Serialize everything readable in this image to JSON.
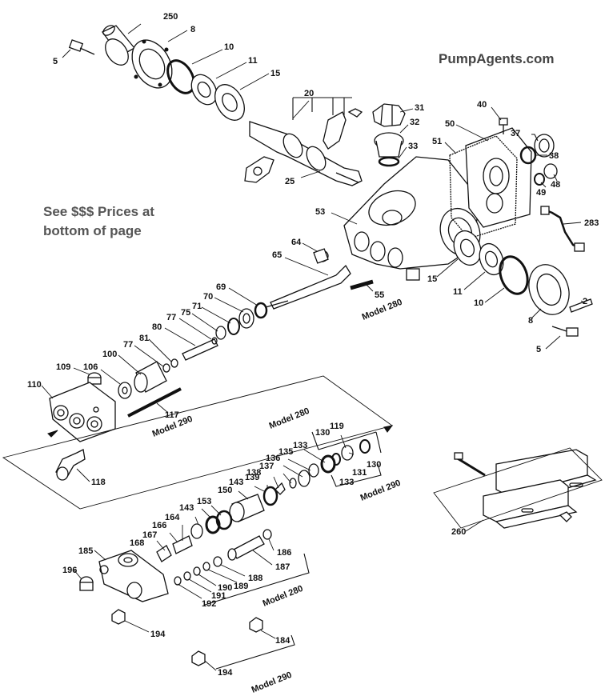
{
  "watermark": "PumpAgents.com",
  "note": [
    "See $$$ Prices at",
    "bottom of page"
  ],
  "model_labels": {
    "m280": "Model 280",
    "m290": "Model 290"
  },
  "callouts": {
    "c250": "250",
    "c8a": "8",
    "c10a": "10",
    "c11a": "11",
    "c15a": "15",
    "c5a": "5",
    "c20": "20",
    "c25": "25",
    "c31": "31",
    "c32": "32",
    "c33": "33",
    "c40": "40",
    "c50": "50",
    "c51": "51",
    "c37": "37",
    "c38": "38",
    "c48": "48",
    "c49": "49",
    "c283": "283",
    "c53": "53",
    "c64": "64",
    "c65": "65",
    "c55": "55",
    "c15b": "15",
    "c11b": "11",
    "c10b": "10",
    "c8b": "8",
    "c2": "2",
    "c5b": "5",
    "c69": "69",
    "c70": "70",
    "c71": "71",
    "c75": "75",
    "c77a": "77",
    "c80": "80",
    "c81": "81",
    "c77b": "77",
    "c100": "100",
    "c106": "106",
    "c109": "109",
    "c110": "110",
    "c117": "117",
    "c118": "118",
    "c119": "119",
    "c130a": "130",
    "c130b": "130",
    "c133a": "133",
    "c133b": "133",
    "c135": "135",
    "c136": "136",
    "c137": "137",
    "c138": "138",
    "c131": "131",
    "c139": "139",
    "c143a": "143",
    "c143b": "143",
    "c150": "150",
    "c153": "153",
    "c164": "164",
    "c166": "166",
    "c167": "167",
    "c168": "168",
    "c185": "185",
    "c186": "186",
    "c187": "187",
    "c188": "188",
    "c189": "189",
    "c190": "190",
    "c191": "191",
    "c192": "192",
    "c196": "196",
    "c194a": "194",
    "c184": "184",
    "c194b": "194",
    "c260": "260"
  }
}
